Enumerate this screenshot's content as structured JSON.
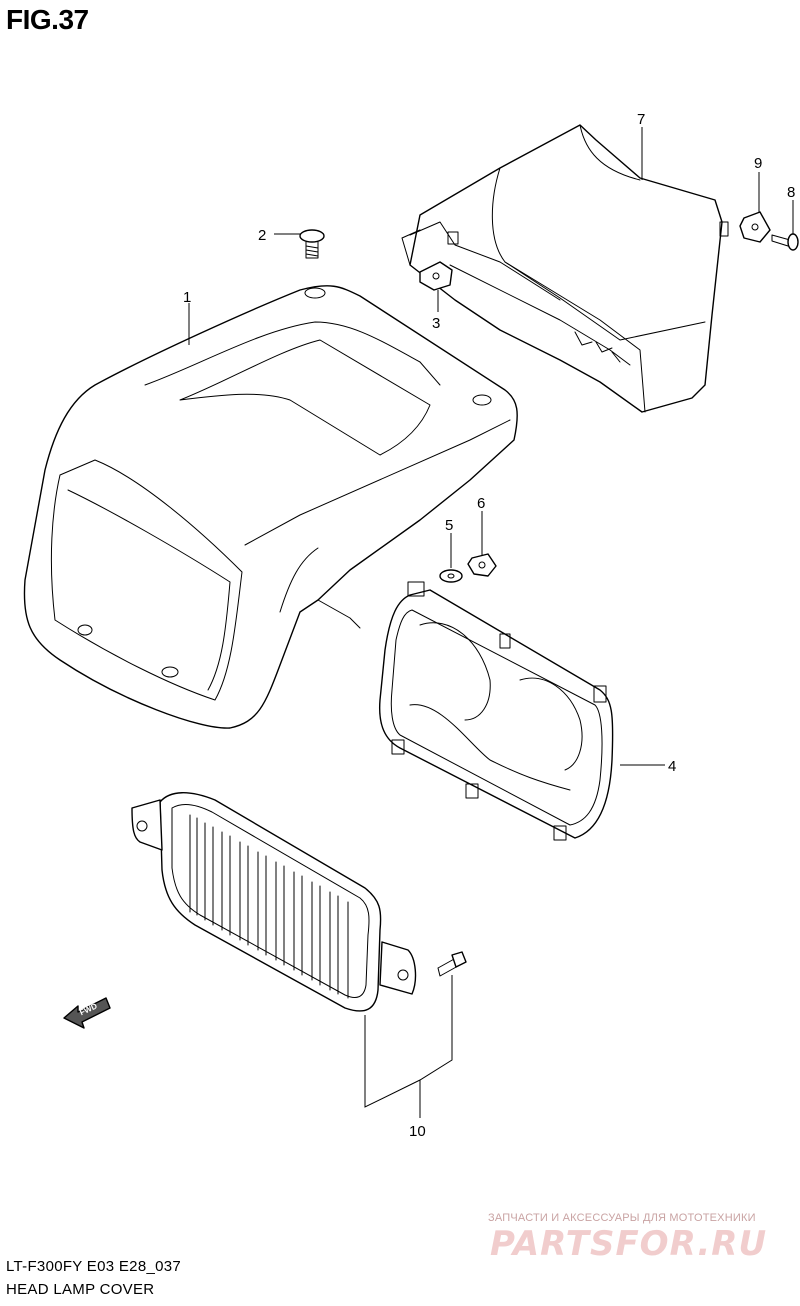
{
  "figure": {
    "title": "FIG.37"
  },
  "callouts": [
    {
      "id": "1",
      "label": "1"
    },
    {
      "id": "2",
      "label": "2"
    },
    {
      "id": "3",
      "label": "3"
    },
    {
      "id": "4",
      "label": "4"
    },
    {
      "id": "5",
      "label": "5"
    },
    {
      "id": "6",
      "label": "6"
    },
    {
      "id": "7",
      "label": "7"
    },
    {
      "id": "8",
      "label": "8"
    },
    {
      "id": "9",
      "label": "9"
    },
    {
      "id": "10",
      "label": "10"
    }
  ],
  "direction_marker": {
    "label": "FWD",
    "icon": "fwd-arrow-icon"
  },
  "footer": {
    "model_code": "LT-F300FY E03 E28_037",
    "section_name": "HEAD LAMP COVER"
  },
  "watermark": {
    "tagline": "ЗАПЧАСТИ И АКСЕССУАРЫ ДЛЯ МОТОТЕХНИКИ",
    "brand": "PARTSFOR.RU",
    "color": "#e8a0a0"
  }
}
